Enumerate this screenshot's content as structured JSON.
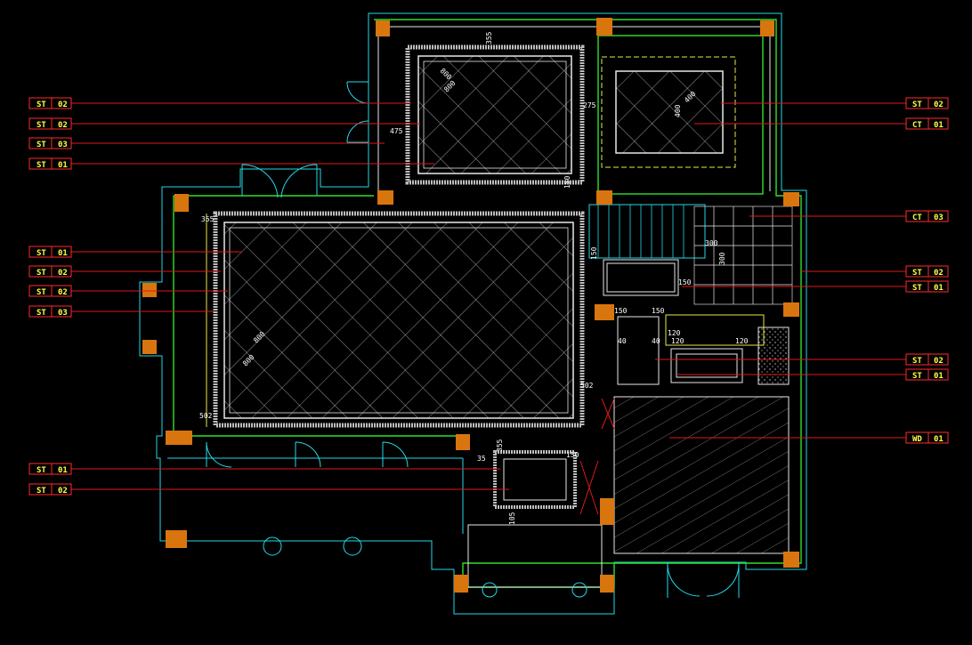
{
  "left_tags": [
    {
      "a": "ST",
      "b": "02"
    },
    {
      "a": "ST",
      "b": "02"
    },
    {
      "a": "ST",
      "b": "03"
    },
    {
      "a": "ST",
      "b": "01"
    },
    {
      "a": "ST",
      "b": "01"
    },
    {
      "a": "ST",
      "b": "02"
    },
    {
      "a": "ST",
      "b": "02"
    },
    {
      "a": "ST",
      "b": "03"
    },
    {
      "a": "ST",
      "b": "01"
    },
    {
      "a": "ST",
      "b": "02"
    }
  ],
  "right_tags": [
    {
      "a": "ST",
      "b": "02"
    },
    {
      "a": "CT",
      "b": "01"
    },
    {
      "a": "CT",
      "b": "03"
    },
    {
      "a": "ST",
      "b": "02"
    },
    {
      "a": "ST",
      "b": "01"
    },
    {
      "a": "ST",
      "b": "02"
    },
    {
      "a": "ST",
      "b": "01"
    },
    {
      "a": "WD",
      "b": "01"
    }
  ],
  "dims": {
    "d355a": "355",
    "d800a": "800",
    "d800b": "800",
    "d475": "475",
    "d275": "275",
    "d150a": "150",
    "d400a": "400",
    "d400b": "400",
    "d355b": "355",
    "d800c": "800",
    "d800d": "800",
    "d502a": "502",
    "d502b": "502",
    "d300a": "300",
    "d300b": "300",
    "d150b": "150",
    "d150c": "150",
    "d150d": "150",
    "d150e": "150",
    "d120a": "120",
    "d120b": "120",
    "d120c": "120",
    "d40a": "40",
    "d40b": "40",
    "d355c": "355",
    "d35": "35",
    "d150f": "150",
    "d105": "105"
  }
}
